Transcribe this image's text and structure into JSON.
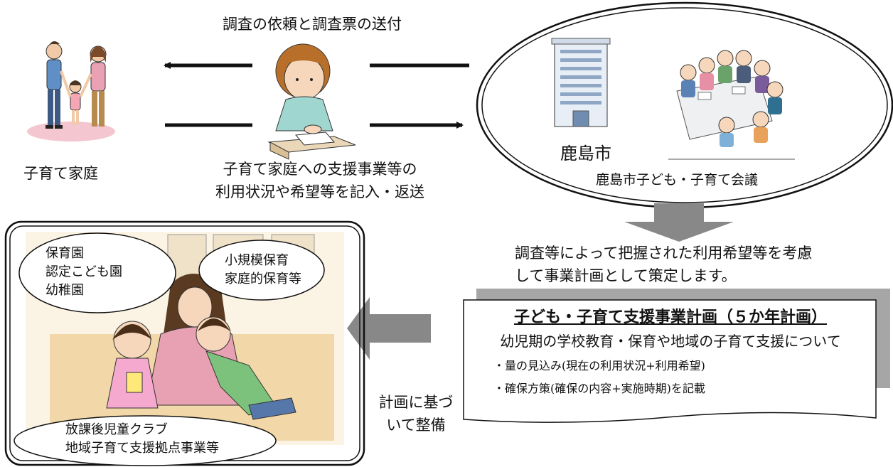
{
  "top_label": "調査の依頼と調査票の送付",
  "family_label": "子育て家庭",
  "return_label_line1": "子育て家庭への支援事業等の",
  "return_label_line2": "利用状況や希望等を記入・返送",
  "city_label": "鹿島市",
  "council_label": "鹿島市子ども・子育て会議",
  "consider_line1": "調査等によって把握された利用希望等を考慮",
  "consider_line2": "して事業計画として策定します。",
  "plan": {
    "title": "子ども・子育て支援事業計画（５か年計画）",
    "subtitle": "幼児期の学校教育・保育や地域の子育て支援について",
    "items": [
      "・量の見込み(現在の利用状況+利用希望)",
      "・確保方策(確保の内容+実施時期)を記載"
    ]
  },
  "build_label_line1": "計画に基づ",
  "build_label_line2": "いて整備",
  "facilities": {
    "group1": [
      "保育園",
      "認定こども園",
      "幼稚園"
    ],
    "group2": [
      "小規模保育",
      "家庭的保育等"
    ],
    "group3": [
      "放課後児童クラブ",
      "地域子育て支援拠点事業等"
    ]
  },
  "colors": {
    "arrow_gray": "#888888",
    "shadow_gray": "#a6a6a6",
    "line": "#111111"
  }
}
